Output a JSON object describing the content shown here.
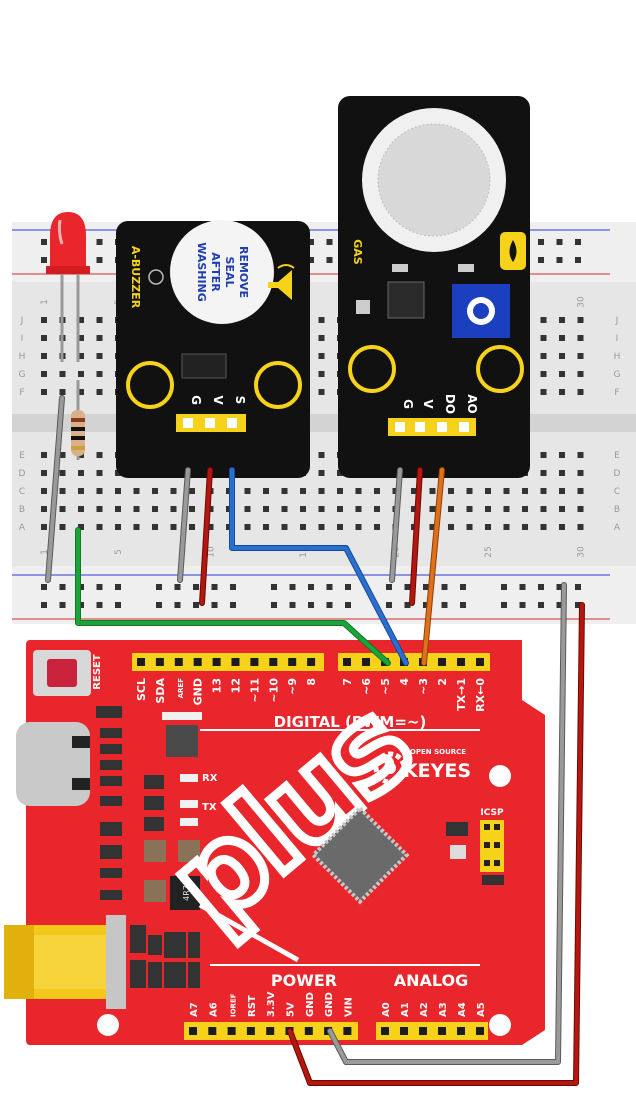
{
  "buzzer": {
    "name": "A-BUZZER",
    "seal_lines": [
      "REMOVE",
      "SEAL",
      "AFTER",
      "WASHING"
    ],
    "pins": [
      "G",
      "V",
      "S"
    ]
  },
  "gas": {
    "name": "GAS",
    "pins": [
      "G",
      "V",
      "DO",
      "AO"
    ]
  },
  "board": {
    "reset": "RESET",
    "digital_title": "DIGITAL (PWM=~)",
    "digital_pins": [
      "SCL",
      "SDA",
      "AREF",
      "GND",
      "13",
      "12",
      "~11",
      "~10",
      "~9",
      "8",
      "7",
      "~6",
      "~5",
      "4",
      "~3",
      "2",
      "TX→1",
      "RX←0"
    ],
    "brand_small": "OPEN SOURCE",
    "brand": "KEYES",
    "logo": "plus",
    "rx": "RX",
    "tx": "TX",
    "icsp": "ICSP",
    "chip_label": "4R7",
    "power_title": "POWER",
    "analog_title": "ANALOG",
    "power_pins": [
      "A7",
      "A6",
      "IOREF",
      "RST",
      "3.3V",
      "5V",
      "GND",
      "GND",
      "VIN"
    ],
    "analog_pins": [
      "A0",
      "A1",
      "A2",
      "A3",
      "A4",
      "A5"
    ]
  },
  "breadboard": {
    "row_letters_top": [
      "J",
      "I",
      "H",
      "G",
      "F"
    ],
    "row_letters_bottom": [
      "E",
      "D",
      "C",
      "B",
      "A"
    ],
    "col_numbers": [
      "1",
      "5",
      "10",
      "15",
      "20",
      "25",
      "30"
    ]
  },
  "colors": {
    "board": "#e8262b",
    "header": "#f6d21b",
    "wire_green": "#1aa43a",
    "wire_blue": "#2a6fd0",
    "wire_orange": "#e0701c",
    "wire_red": "#b5170f",
    "wire_gray": "#8a8a8a"
  }
}
